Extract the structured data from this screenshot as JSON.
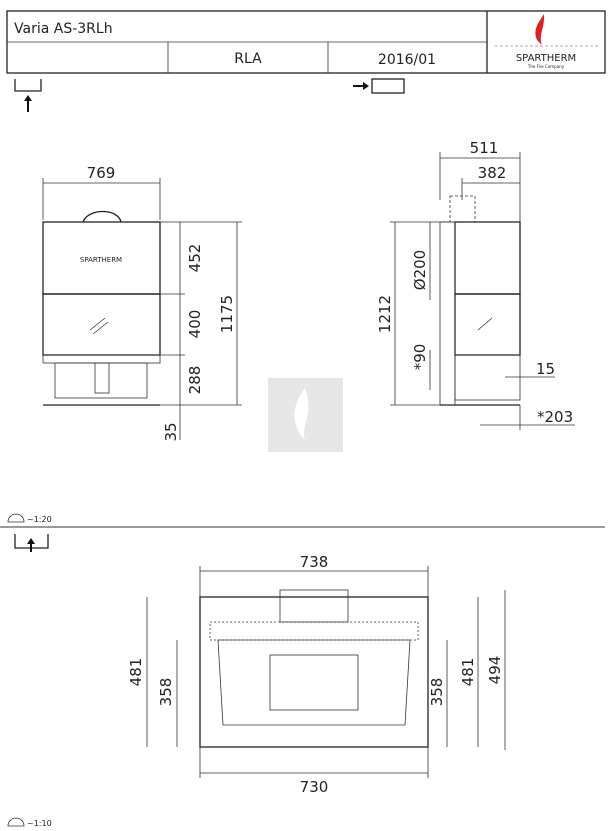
{
  "title_block": {
    "model": "Varia AS-3RLh",
    "code": "RLA",
    "date": "2016/01",
    "logo": {
      "brand": "SPARTHERM",
      "tagline": "The Fire Company",
      "flame_color": "#e02020"
    }
  },
  "front_view": {
    "dims": {
      "width": "769",
      "top": "452",
      "glass": "400",
      "base": "288",
      "total": "1175",
      "feet": "35"
    }
  },
  "side_view": {
    "dims": {
      "depth": "511",
      "body_depth": "382",
      "height": "1212",
      "flue": "Ø200",
      "offset": "*90",
      "step": "15",
      "rear": "*203"
    }
  },
  "scale_top": "~1:20",
  "plan_view": {
    "dims": {
      "outer_width": "738",
      "inner_width": "730",
      "left_depth": "481",
      "left_inner": "358",
      "right_inner": "358",
      "right_depth": "481",
      "total_depth": "494"
    }
  },
  "scale_bottom": "~1:10",
  "colors": {
    "line": "#222222",
    "watermark": "#e6e6e6"
  }
}
